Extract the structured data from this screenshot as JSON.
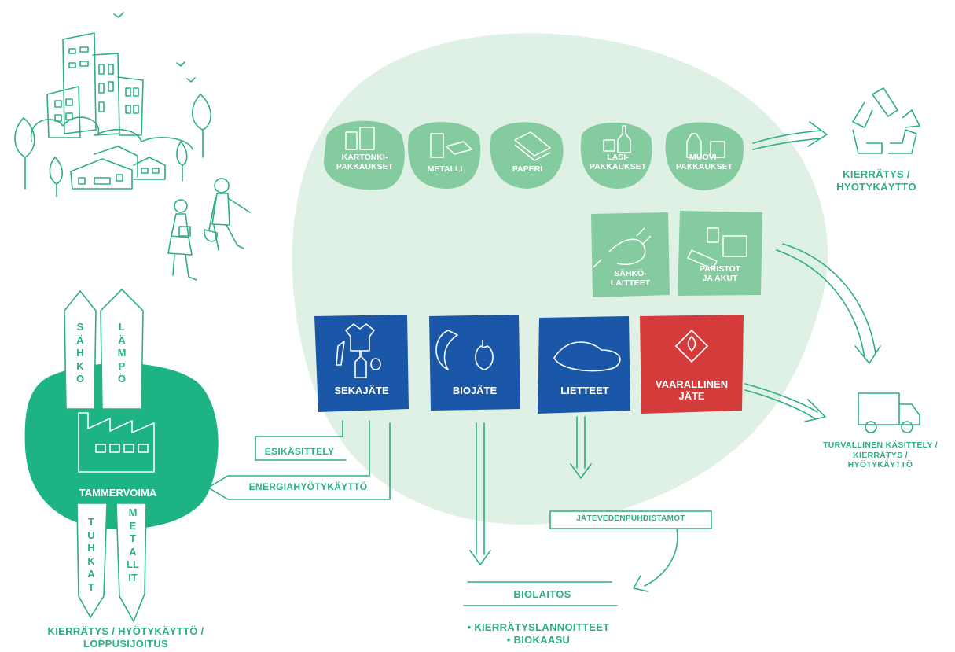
{
  "recycle_stream": {
    "items": [
      {
        "label": "KARTONKI-\nPAKKAUKSET"
      },
      {
        "label": "METALLI"
      },
      {
        "label": "PAPERI"
      },
      {
        "label": "LASI-\nPAKKAUKSET"
      },
      {
        "label": "MUOVI-\nPAKKAUKSET"
      }
    ],
    "destination": "KIERRÄTYS /\nHYÖTYKÄYTTÖ"
  },
  "special_stream": {
    "items": [
      {
        "label": "SÄHKÖ-\nLAITTEET"
      },
      {
        "label": "PARISTOT\nJA AKUT"
      }
    ]
  },
  "bins": [
    {
      "label": "SEKAJÄTE",
      "color": "#1a57a8"
    },
    {
      "label": "BIOJÄTE",
      "color": "#1a57a8"
    },
    {
      "label": "LIETTEET",
      "color": "#1a57a8"
    },
    {
      "label": "VAARALLINEN\nJÄTE",
      "color": "#d63b3b"
    }
  ],
  "safe_treatment": "TURVALLINEN KÄSITTELY /\nKIERRÄTYS /\nHYÖTYKÄYTTÖ",
  "esikasittely": "ESIKÄSITTELY",
  "energiahyotykaytto": "ENERGIAHYÖTYKÄYTTÖ",
  "jatevedenpuhdistamot": "JÄTEVEDENPUHDISTAMOT",
  "biolaitos": {
    "title": "BIOLAITOS",
    "outputs": [
      "• KIERRÄTYSLANNOITTEET",
      "• BIOKAASU"
    ]
  },
  "tammervoima": {
    "name": "TAMMERVOIMA",
    "out_top": [
      "SÄHKÖ",
      "LÄMPÖ"
    ],
    "out_bottom": [
      "TUHKAT",
      "METALLIT"
    ],
    "destination": "KIERRÄTYS / HYÖTYKÄYTTÖ /\nLOPPUSIJOITUS"
  },
  "colors": {
    "green_text": "#2bb07f",
    "blob": "#dff0e4",
    "chip": "#84cc9f",
    "plant": "#1db384",
    "line": "#2bb07f",
    "bin_blue": "#1a57a8",
    "bin_red": "#d63b3b"
  },
  "icons": [
    "recycle-icon",
    "truck-icon",
    "factory-icon",
    "city-icon",
    "people-icon"
  ]
}
